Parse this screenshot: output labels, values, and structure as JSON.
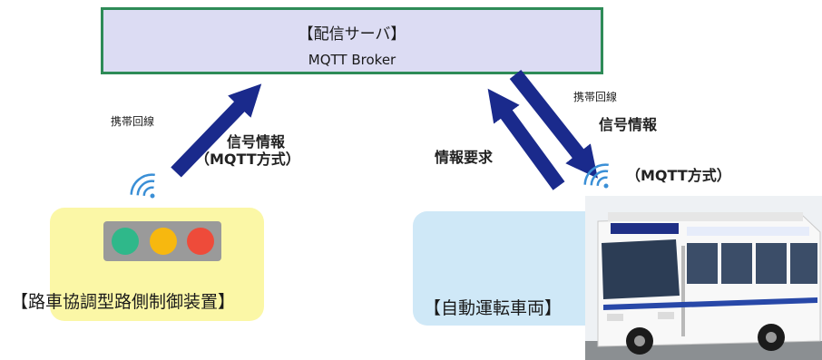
{
  "broker": {
    "title": "【配信サーバ】",
    "subtitle": "MQTT Broker"
  },
  "left": {
    "line_label": "携帯回線",
    "flow_label_1": "信号情報",
    "flow_label_2": "（MQTT方式）",
    "device_label": "【路車協調型路側制御装置】"
  },
  "right": {
    "line_label": "携帯回線",
    "flow_up_label": "情報要求",
    "flow_down_label_1": "信号情報",
    "flow_down_label_2": "（MQTT方式）",
    "vehicle_label": "【自動運転車両】"
  },
  "colors": {
    "broker_fill": "#dcdcf3",
    "broker_border": "#2e8b57",
    "arrow": "#1a2a8c",
    "signal_panel": "#fbf7a6",
    "vehicle_panel": "#cfe8f7",
    "wifi": "#3a8fd6"
  },
  "icons": [
    "wifi-icon",
    "traffic-signal-icon",
    "bus-image"
  ]
}
